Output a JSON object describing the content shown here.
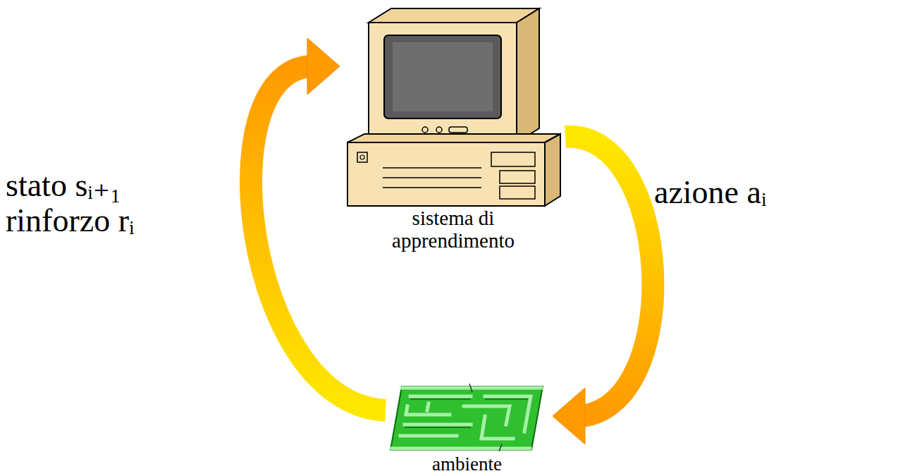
{
  "diagram": {
    "nodes": [
      {
        "text": [
          "sistema di apprendimento"
        ]
      },
      {
        "text": [
          "ambiente"
        ]
      }
    ],
    "edges": [
      {
        "from": 0,
        "to": 1,
        "arrow": "to",
        "label": "azione aᵢ"
      },
      {
        "from": 1,
        "to": 0,
        "arrow": "to",
        "label": "stato sᵢ₊₁ rinforzo rᵢ"
      }
    ]
  }
}
